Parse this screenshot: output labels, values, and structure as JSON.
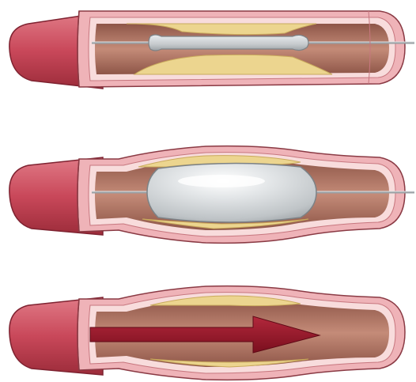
{
  "diagram": {
    "panels": [
      {
        "id": "panel-1",
        "stage": "catheter-inserted",
        "balloon": "deflated",
        "plaque": "obstructing",
        "guidewire": true
      },
      {
        "id": "panel-2",
        "stage": "balloon-inflated",
        "balloon": "inflated",
        "plaque": "compressed",
        "guidewire": true
      },
      {
        "id": "panel-3",
        "stage": "flow-restored",
        "balloon": "removed",
        "plaque": "flattened",
        "guidewire": false,
        "arrow": "blood-flow-arrow"
      }
    ],
    "colors": {
      "artery_outer": "#c9485a",
      "artery_dark": "#9c2c3a",
      "wall_pink": "#efb3b8",
      "wall_light": "#f8dcdc",
      "lumen": "#a4675a",
      "lumen_light": "#c48b78",
      "plaque": "#ecd58f",
      "balloon": "#cfd3d6",
      "wire": "#9aa0a4",
      "arrow": "#8f1424"
    }
  }
}
